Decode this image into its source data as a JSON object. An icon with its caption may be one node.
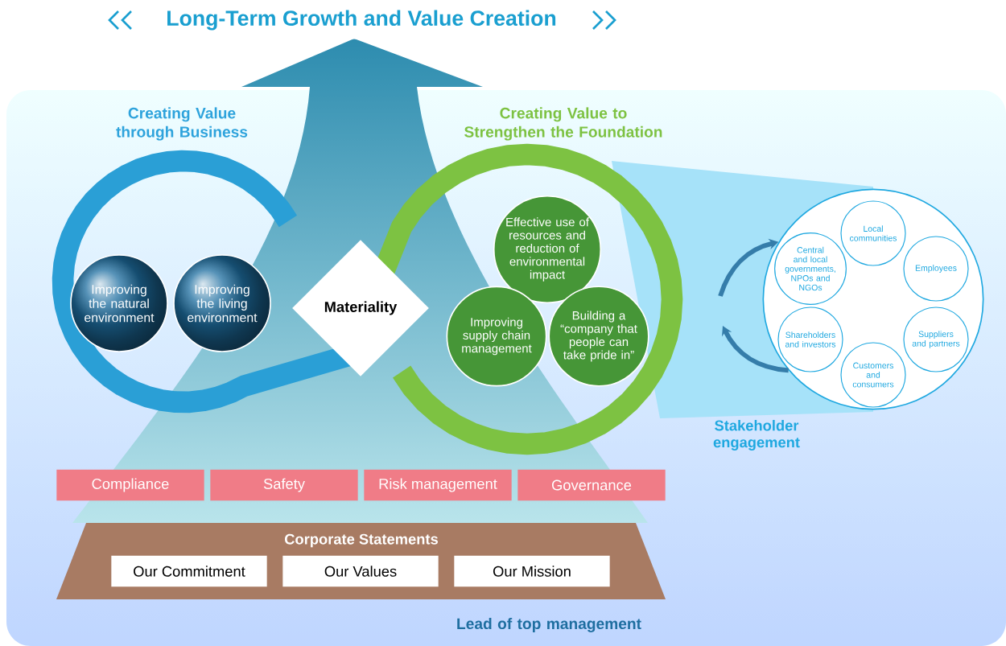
{
  "diagram": {
    "title": "Long-Term Growth and Value Creation",
    "nodes": [
      {
        "text": [
          "Improving the natural environment"
        ]
      },
      {
        "text": [
          "Improving the living environment"
        ]
      },
      {
        "text": [
          "Materiality"
        ]
      },
      {
        "text": [
          "Effective use of resources and reduction of environmental impact"
        ]
      },
      {
        "text": [
          "Improving supply chain management"
        ]
      },
      {
        "text": [
          "Building a “company that people can take pride in”"
        ]
      },
      {
        "text": [],
        "shape": "circle",
        "beside": [
          "Stakeholder engagement"
        ]
      },
      {
        "text": [
          "Local communities"
        ],
        "in": 6
      },
      {
        "text": [
          "Central and local governments, NPOs and NGOs"
        ],
        "in": 6
      },
      {
        "text": [
          "Employees"
        ],
        "in": 6
      },
      {
        "text": [
          "Shareholders and investors"
        ],
        "in": 6
      },
      {
        "text": [
          "Suppliers and partners"
        ],
        "in": 6
      },
      {
        "text": [
          "Customers and consumers"
        ],
        "in": 6
      },
      {
        "text": [
          "Compliance"
        ]
      },
      {
        "text": [
          "Safety"
        ]
      },
      {
        "text": [
          "Risk management"
        ]
      },
      {
        "text": [
          "Governance"
        ]
      },
      {
        "text": [
          "Corporate Statements"
        ]
      },
      {
        "text": [
          "Our Commitment"
        ],
        "in": 17
      },
      {
        "text": [
          "Our Values"
        ],
        "in": 17
      },
      {
        "text": [
          "Our Mission"
        ],
        "in": 17
      }
    ],
    "edges": [
      {
        "from": null,
        "to": 6,
        "arrow": "to"
      },
      {
        "from": 6,
        "to": null,
        "arrow": "to"
      }
    ],
    "labels": [
      "Creating Value through Business",
      "Creating Value to Strengthen the Foundation",
      "Lead of top management"
    ]
  }
}
